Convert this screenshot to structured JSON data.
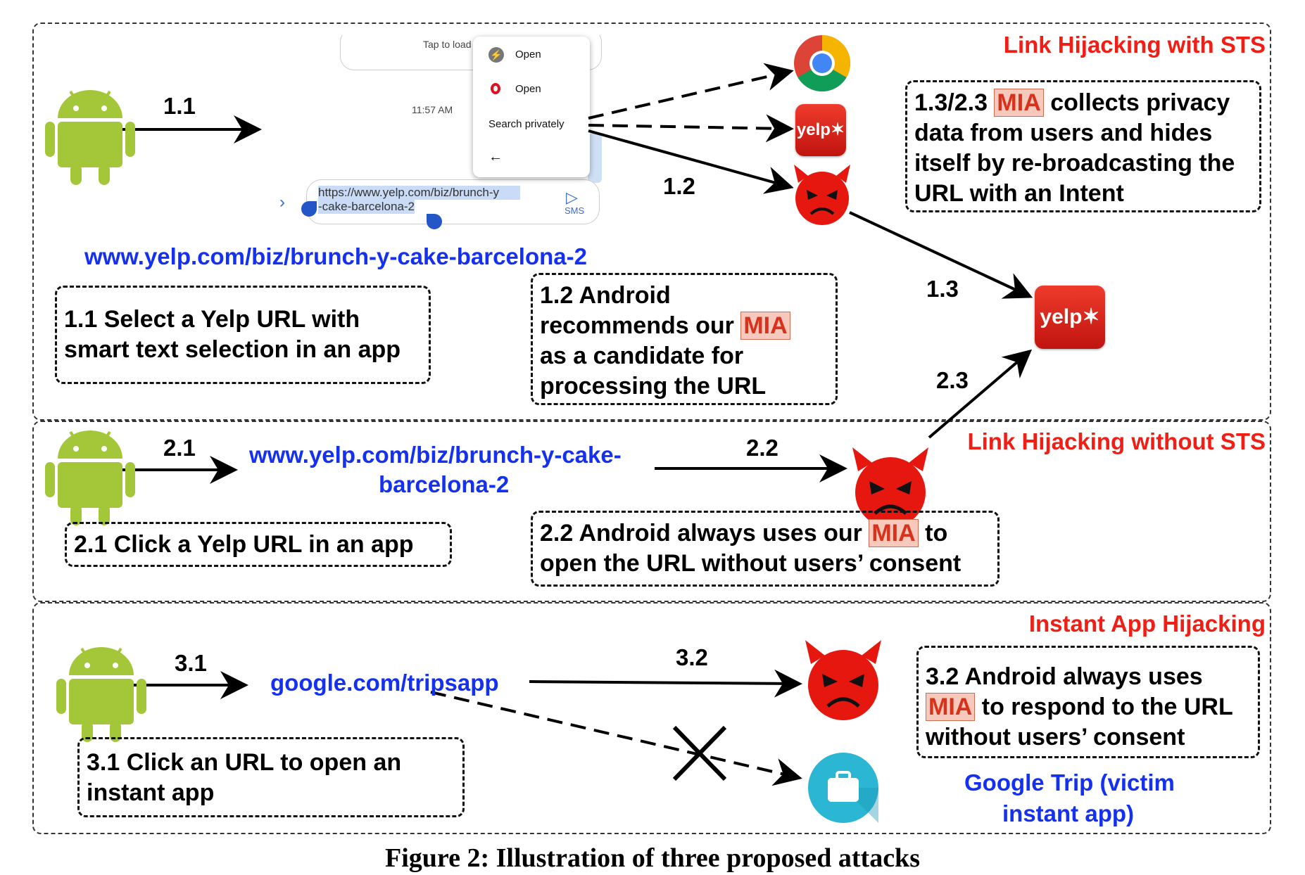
{
  "sections": {
    "sts_title": "Link Hijacking with STS",
    "nosts_title": "Link Hijacking without STS",
    "instant_title": "Instant App Hijacking"
  },
  "steps": {
    "s11": "1.1",
    "s12": "1.2",
    "s13": "1.3",
    "s21": "2.1",
    "s22": "2.2",
    "s23": "2.3",
    "s31": "3.1",
    "s32": "3.2"
  },
  "urls": {
    "yelp_full": "www.yelp.com/biz/brunch-y-cake-barcelona-2",
    "yelp_line1": "www.yelp.com/biz/brunch-y-cake-",
    "yelp_line2": "barcelona-2",
    "tripsapp": "google.com/tripsapp",
    "victim_line1": "Google Trip (victim",
    "victim_line2": "instant app)"
  },
  "boxes": {
    "b11": [
      "1.1 Select a Yelp URL with",
      "smart text selection in an app"
    ],
    "b12_l1": "1.2 Android",
    "b12_l2_pre": "recommends our ",
    "b12_l3": "as a candidate for",
    "b12_l4": "processing the URL",
    "b13_l1_pre": "1.3/2.3 ",
    "b13_l1_post": " collects privacy",
    "b13_l2": "data from users and hides",
    "b13_l3": "itself by re-broadcasting the",
    "b13_l4": "URL with an Intent",
    "b21": "2.1 Click a Yelp URL in an app",
    "b22_l1_pre": "2.2 Android always uses our ",
    "b22_l1_post": " to",
    "b22_l2": "open the URL without users’ consent",
    "b31_l1": "3.1 Click an URL to open an",
    "b31_l2": "instant app",
    "b32_l1": "3.2 Android always uses",
    "b32_l2_post": " to respond to the URL",
    "b32_l3": "without users’ consent",
    "mia": "MIA"
  },
  "phone": {
    "tap_to_load": "Tap to load",
    "menu_open_1": "Open",
    "menu_open_2": "Open",
    "menu_search": "Search privately",
    "menu_back": "←",
    "time": "11:57 AM",
    "url_line1": "https://www.yelp.com/biz/brunch-y",
    "url_line2": "-cake-barcelona-2",
    "sms": "SMS",
    "chevron": "›"
  },
  "icons": {
    "yelp_text": "yelp",
    "android": "android-icon",
    "chrome": "chrome-icon",
    "devil": "devil-icon",
    "trip": "google-trip-icon"
  },
  "colors": {
    "section_title": "#f01e14",
    "url_blue": "#1430f0",
    "android_green": "#a4c639",
    "devil_red": "#e5170f",
    "yelp_red": "#d32323",
    "mia_highlight": "#f7c9bd"
  },
  "caption": "Figure 2: Illustration of three proposed attacks"
}
